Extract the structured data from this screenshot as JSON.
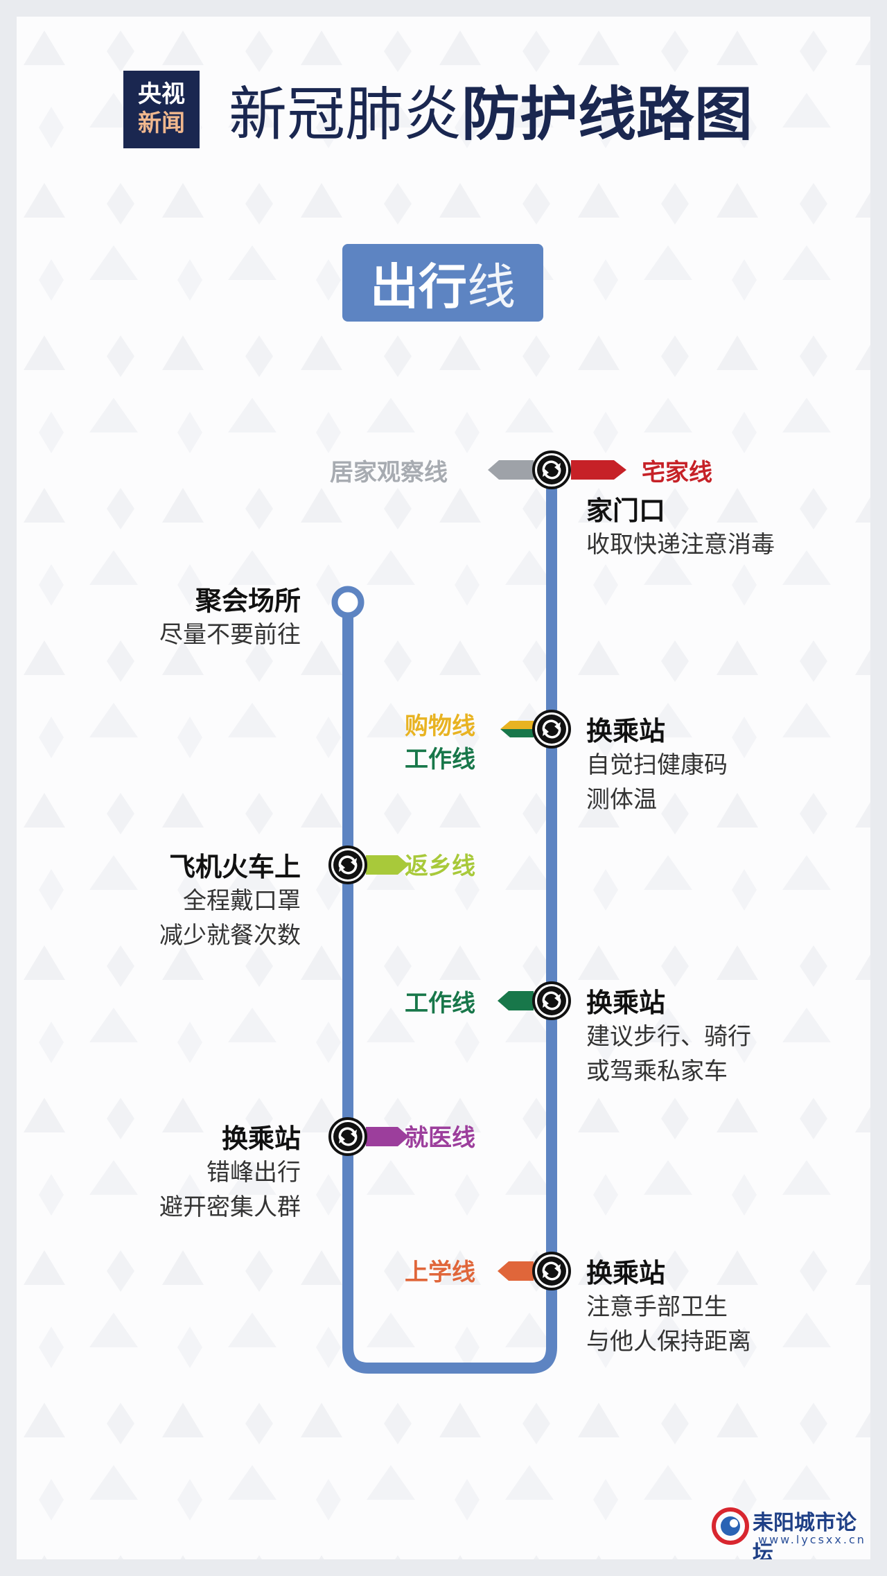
{
  "header": {
    "logo_top": "央视",
    "logo_bottom": "新闻",
    "title_normal": "新冠肺炎",
    "title_bold": "防护线路图"
  },
  "section": {
    "title_bold": "出行",
    "title_light": "线"
  },
  "right_column": [
    {
      "name": "家门口",
      "tips": [
        "收取快递注意消毒"
      ]
    },
    {
      "name": "换乘站",
      "tips": [
        "自觉扫健康码",
        "测体温"
      ]
    },
    {
      "name": "换乘站",
      "tips": [
        "建议步行、骑行",
        "或驾乘私家车"
      ]
    },
    {
      "name": "换乘站",
      "tips": [
        "注意手部卫生",
        "与他人保持距离"
      ]
    }
  ],
  "left_column": [
    {
      "name": "聚会场所",
      "tips": [
        "尽量不要前往"
      ]
    },
    {
      "name": "飞机火车上",
      "tips": [
        "全程戴口罩",
        "减少就餐次数"
      ]
    },
    {
      "name": "换乘站",
      "tips": [
        "错峰出行",
        "避开密集人群"
      ]
    }
  ],
  "branch_lines": {
    "home_observation": "居家观察线",
    "home": "宅家线",
    "shopping": "购物线",
    "work_1": "工作线",
    "work_2": "工作线",
    "return_home": "返乡线",
    "medical": "就医线",
    "school": "上学线"
  },
  "colors": {
    "route": "#5d84c2",
    "navy": "#1a2750",
    "home_observation": "#9ea2a8",
    "home": "#c62127",
    "shopping": "#e8b322",
    "work": "#18774a",
    "return_home": "#a8c93a",
    "medical": "#9c3e9c",
    "school": "#e0663a"
  },
  "watermark": {
    "name": "耒阳城市论坛",
    "url": "www.lycsxx.cn"
  }
}
